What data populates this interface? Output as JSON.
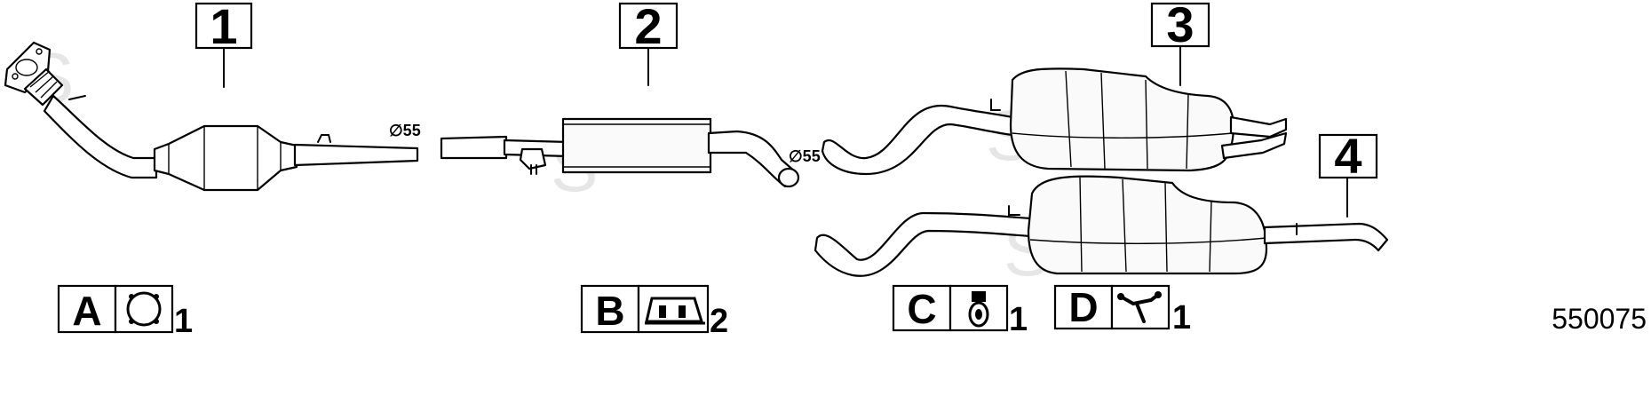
{
  "callouts": {
    "part1": "1",
    "part2": "2",
    "part3": "3",
    "part4": "4"
  },
  "diameters": {
    "front_pipe": "∅55",
    "middle_pipe": "∅55"
  },
  "kits": {
    "a": {
      "letter": "A",
      "qty": "1",
      "icon": "gasket-icon"
    },
    "b": {
      "letter": "B",
      "qty": "2",
      "icon": "rubber-hanger-icon"
    },
    "c": {
      "letter": "C",
      "qty": "1",
      "icon": "clamp-hanger-icon"
    },
    "d": {
      "letter": "D",
      "qty": "1",
      "icon": "bracket-icon"
    }
  },
  "watermark": "S",
  "document_code": "550075"
}
